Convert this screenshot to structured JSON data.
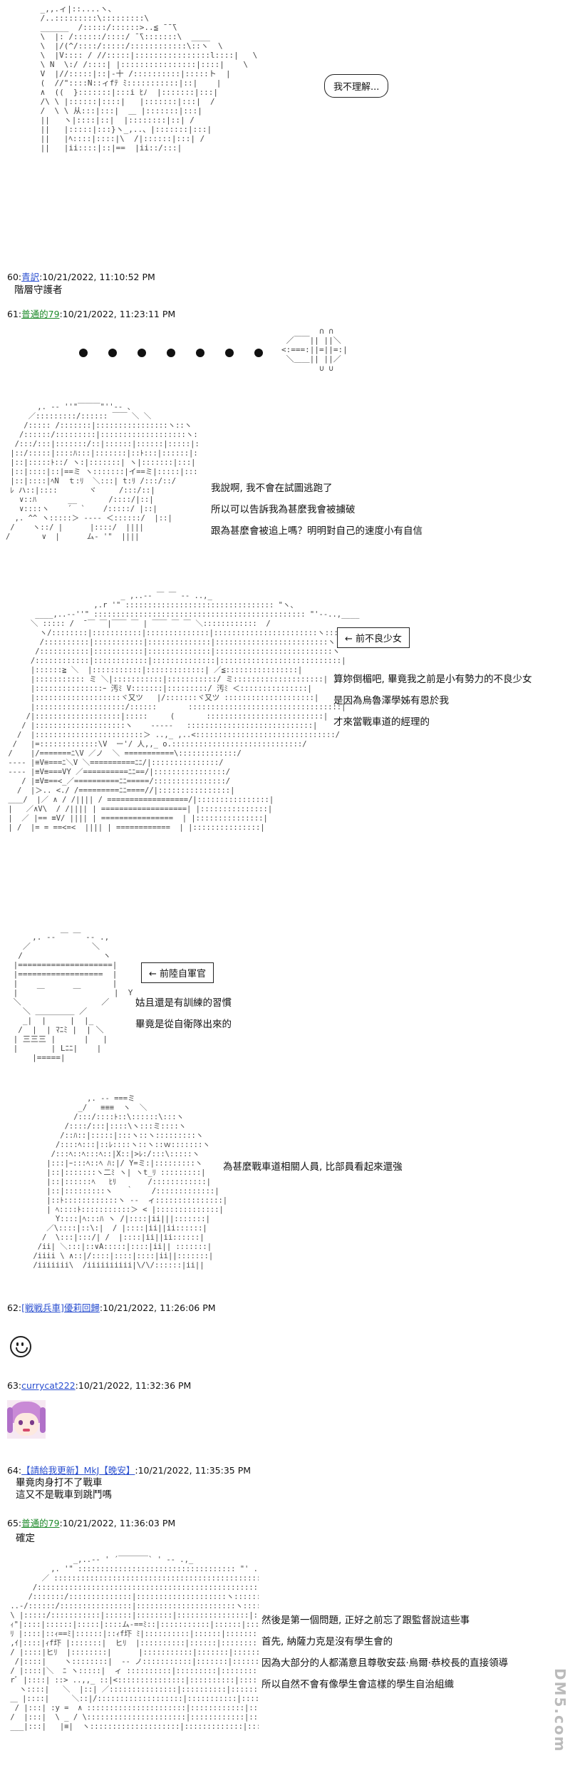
{
  "posts": [
    {
      "number": "60:",
      "name": "青訳",
      "timestamp": ":10/21/2022, 11:10:52 PM",
      "lines": [
        "階層守護者"
      ]
    },
    {
      "number": "61:",
      "name": "普通的79",
      "timestamp": ":10/21/2022, 11:23:11 PM"
    },
    {
      "number": "62:",
      "name": "[戦戦兵車]優莉回歸",
      "timestamp": ":10/21/2022, 11:26:06 PM"
    },
    {
      "number": "63:",
      "name": "currycat222",
      "timestamp": ":10/21/2022, 11:32:36 PM"
    },
    {
      "number": "64:",
      "name_a": "【請給我更新】",
      "name_b": "MkJ",
      "name_c": "【晚安】",
      "timestamp": ":10/21/2022, 11:35:35 PM",
      "lines": [
        "畢竟肉身打不了戰車",
        "這又不是戰車到跳鬥嗎"
      ]
    },
    {
      "number": "65:",
      "name": "普通的79",
      "timestamp": ":10/21/2022, 11:36:03 PM",
      "lines": [
        "確定"
      ]
    }
  ],
  "panel1": {
    "bubble": "我不理解..."
  },
  "panel2": {
    "lines": [
      "我說啊, 我不會在試圖逃跑了",
      "所以可以告訴我為甚麼我會被擄破",
      "跟為甚麼會被追上嗎？明明對自己的速度小有自信"
    ]
  },
  "panel3": {
    "label": "← 前不良少女",
    "lines": [
      "算妳倒楣吧, 畢竟我之前是小有勢力的不良少女",
      "是因為烏魯澤學姊有恩於我",
      "才來當戰車道的經理的"
    ]
  },
  "panel4": {
    "label": "← 前陸自軍官",
    "lines": [
      "姑且還是有訓練的習慣",
      "畢竟是從自衛隊出來的"
    ]
  },
  "panel5": {
    "lines": [
      "為甚麼戰車道相關人員, 比部員看起來還強"
    ]
  },
  "panel6": {
    "lines": [
      "然後是第一個問題, 正好之前忘了跟監督說這些事",
      "首先, 納薩力克是沒有學生會的",
      "因為大部分的人都滿意且尊敬安茲‧烏爾‧恭校長的直接領導",
      "所以自然不會有像學生會這樣的學生自治組織"
    ]
  },
  "emoji": "☺",
  "watermark": "DM5.com",
  "icons": {
    "dots": "dot-ellipsis",
    "emoji": "smiley-face-icon",
    "avatar": "anime-avatar-icon"
  }
}
